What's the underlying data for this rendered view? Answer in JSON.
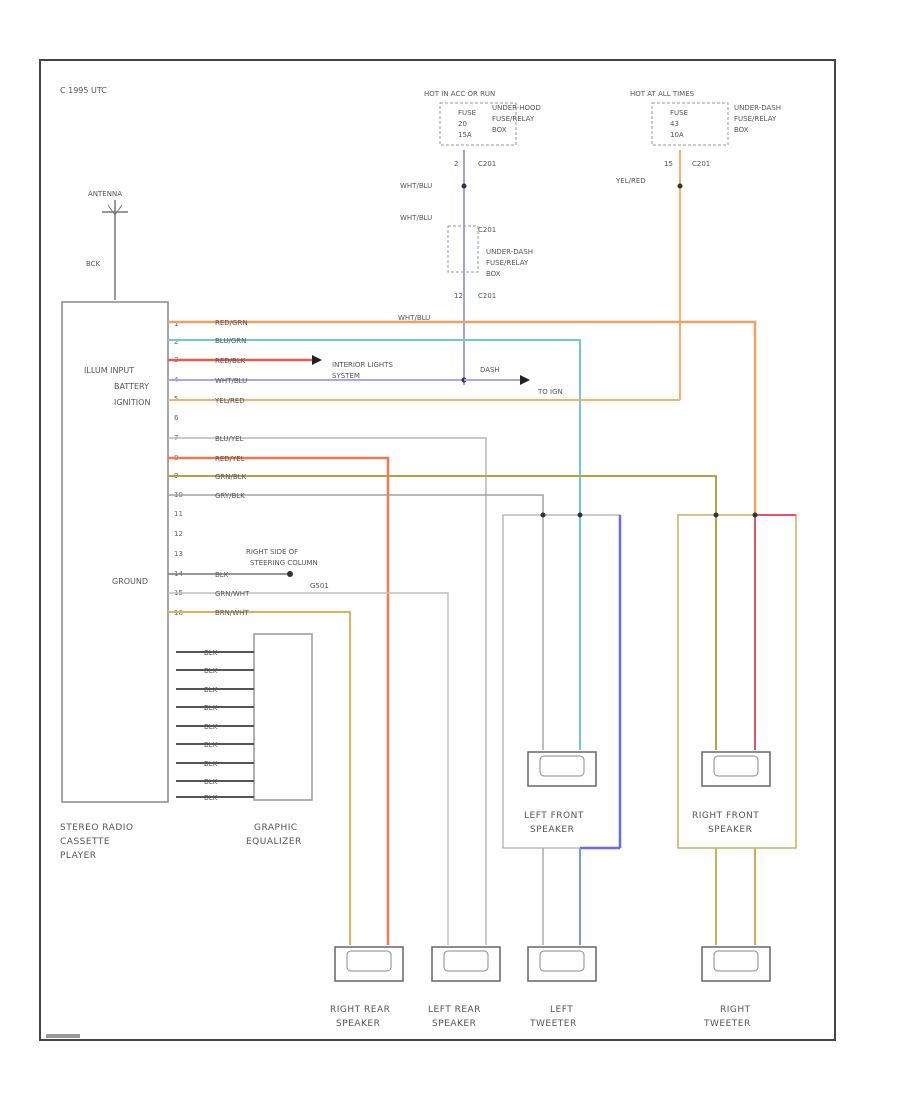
{
  "title_code": "C 1995 UTC",
  "antenna": {
    "label": "ANTENNA",
    "wire": "BCK"
  },
  "radio": {
    "name_lines": [
      "STEREO RADIO",
      "CASSETTE",
      "PLAYER"
    ],
    "inputs": [
      "ILLUM INPUT",
      "BATTERY",
      "IGNITION"
    ],
    "ground": "GROUND"
  },
  "equalizer": {
    "name_lines": [
      "GRAPHIC",
      "EQUALIZER"
    ]
  },
  "fuse_box_left": {
    "header": "HOT IN ACC OR RUN",
    "lines": [
      "FUSE",
      "20",
      "15A"
    ],
    "box_lines": [
      "UNDER-HOOD",
      "FUSE/RELAY",
      "BOX"
    ],
    "connector": "C201",
    "pin": "2"
  },
  "fuse_box_right": {
    "header": "HOT AT ALL TIMES",
    "lines": [
      "FUSE",
      "43",
      "10A"
    ],
    "box_lines": [
      "UNDER-DASH",
      "FUSE/RELAY",
      "BOX"
    ],
    "connector": "C201",
    "pin": "15"
  },
  "dash_box": {
    "lines": [
      "UNDER-DASH",
      "FUSE/RELAY",
      "BOX"
    ],
    "connector_top": "C201",
    "connector_bottom": "C201",
    "pin": "12"
  },
  "wires": {
    "wht_blu": "WHT/BLU",
    "yel_red": "YEL/RED",
    "red_grn": "RED/GRN",
    "blu_grn": "BLU/GRN",
    "red_blk": "RED/BLK",
    "blu_yel": "BLU/YEL",
    "red_yel": "RED/YEL",
    "grn_blk": "GRN/BLK",
    "gry_blk": "GRY/BLK",
    "blk": "BLK",
    "grn_wht": "GRN/WHT",
    "brn_wht": "BRN/WHT"
  },
  "notes": {
    "interior_lights": [
      "INTERIOR LIGHTS",
      "SYSTEM"
    ],
    "dash_label": "DASH",
    "fuse_ref": "TO IGN",
    "ground_note": [
      "RIGHT SIDE OF",
      "STEERING COLUMN",
      "G501"
    ]
  },
  "speakers": {
    "left_front": [
      "LEFT FRONT",
      "SPEAKER"
    ],
    "right_front": [
      "RIGHT FRONT",
      "SPEAKER"
    ],
    "right_rear": [
      "RIGHT REAR",
      "SPEAKER"
    ],
    "left_rear": [
      "LEFT REAR",
      "SPEAKER"
    ],
    "left_tweeter": [
      "LEFT",
      "TWEETER"
    ],
    "right_tweeter": [
      "RIGHT",
      "TWEETER"
    ]
  },
  "equalizer_wires": [
    "BLK",
    "BLK",
    "BLK",
    "BLK",
    "BLK",
    "BLK",
    "BLK",
    "BLK",
    "BLK"
  ],
  "pins": [
    "1",
    "2",
    "3",
    "4",
    "5",
    "6",
    "7",
    "8",
    "9",
    "10",
    "11",
    "12",
    "13",
    "14",
    "15",
    "16"
  ],
  "colors": {
    "orange": "#f2a35a",
    "red": "#e6503a",
    "blue": "#7b7bf0",
    "cyan": "#6fc0c8",
    "olive": "#b8a040",
    "gray": "#a8a8a8"
  }
}
